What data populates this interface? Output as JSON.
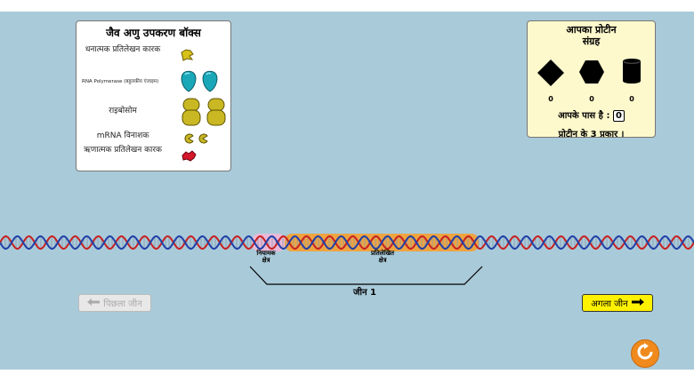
{
  "toolbox": {
    "title": "जैव अणु उपकरण बॉक्स",
    "items": [
      {
        "label": "धनात्मक प्रतिलेखन कारक",
        "icon": "positive-transcription-factor-icon",
        "color": "#d8c21a"
      },
      {
        "label": "RNA Polymerase (बहुलकीय एंजाइम)",
        "icon": "rna-polymerase-icon",
        "color": "#1aa7b8"
      },
      {
        "label": "राइबोसोम",
        "icon": "ribosome-icon",
        "color": "#c9b823"
      },
      {
        "label": "mRNA विनाशक",
        "icon": "mrna-destroyer-icon",
        "color": "#c9b823"
      },
      {
        "label": "ऋणात्मक प्रतिलेखन कारक",
        "icon": "negative-transcription-factor-icon",
        "color": "#d4172a"
      }
    ]
  },
  "collection": {
    "title_line1": "आपका प्रोटीन",
    "title_line2": "संग्रह",
    "counts": [
      "0",
      "0",
      "0"
    ],
    "shapes": [
      "diamond-icon",
      "hexagon-icon",
      "cylinder-icon"
    ],
    "have_label": "आपके पास है :",
    "have_value": "0",
    "types_text": "प्रोटीन के 3 प्रकार ।"
  },
  "gene": {
    "regulatory_label_1": "नियामक",
    "regulatory_label_2": "क्षेत्र",
    "transcribed_label_1": "प्रतिलेखित",
    "transcribed_label_2": "क्षेत्र",
    "gene_label": "जीन 1"
  },
  "buttons": {
    "prev_label": "पिछला जीन",
    "next_label": "अगला जीन"
  },
  "colors": {
    "background": "#a9cad9",
    "dna_strand_a": "#1f3fa8",
    "dna_strand_b": "#c82020",
    "transcribed_highlight": "#f5a030",
    "regulatory_highlight": "#f4b6d6",
    "next_button": "#fff200",
    "reset_button": "#f08a1c"
  }
}
